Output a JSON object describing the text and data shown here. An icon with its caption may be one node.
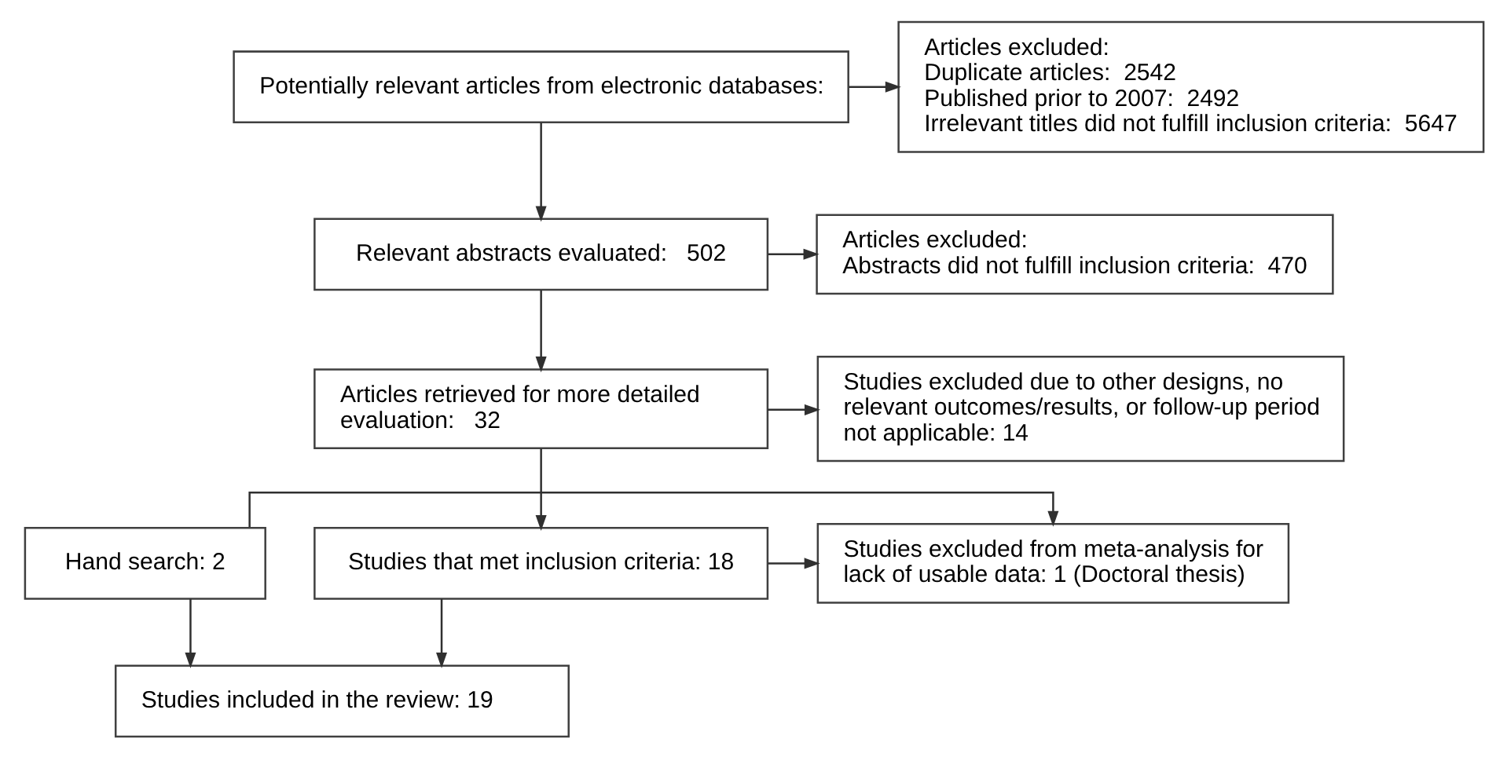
{
  "diagram": {
    "nodes": [
      {
        "text": [
          "Potentially relevant articles from electronic databases:"
        ]
      },
      {
        "text": [
          "Articles excluded:",
          "Duplicate articles:  2542",
          "Published prior to 2007:  2492",
          "Irrelevant titles did not fulfill inclusion criteria:  5647"
        ]
      },
      {
        "text": [
          "Relevant abstracts evaluated:   502"
        ]
      },
      {
        "text": [
          "Articles excluded:",
          "Abstracts did not fulfill inclusion criteria:  470"
        ]
      },
      {
        "text": [
          "Articles retrieved for more detailed evaluation:   32"
        ]
      },
      {
        "text": [
          "Studies excluded due to other designs, no relevant outcomes/results, or follow-up period not applicable: 14"
        ]
      },
      {
        "text": [
          "Studies that met inclusion criteria: 18"
        ]
      },
      {
        "text": [
          "Hand search: 2"
        ]
      },
      {
        "text": [
          "Studies excluded from meta-analysis for lack of usable data: 1 (Doctoral thesis)"
        ]
      },
      {
        "text": [
          "Studies included in the review: 19"
        ]
      }
    ],
    "edges": [
      {
        "from": 0,
        "to": 1,
        "arrow": "to"
      },
      {
        "from": 0,
        "to": 2,
        "arrow": "to"
      },
      {
        "from": 2,
        "to": 3,
        "arrow": "to"
      },
      {
        "from": 2,
        "to": 4,
        "arrow": "to"
      },
      {
        "from": 4,
        "to": 5,
        "arrow": "to"
      },
      {
        "from": 4,
        "to": 6,
        "arrow": "to"
      },
      {
        "from": 6,
        "to": 8,
        "arrow": "to"
      },
      {
        "from": 6,
        "to": 9,
        "arrow": "to"
      },
      {
        "from": 7,
        "to": 9,
        "arrow": "to"
      },
      {
        "from": 7,
        "to": 8,
        "arrow": "to"
      }
    ]
  }
}
